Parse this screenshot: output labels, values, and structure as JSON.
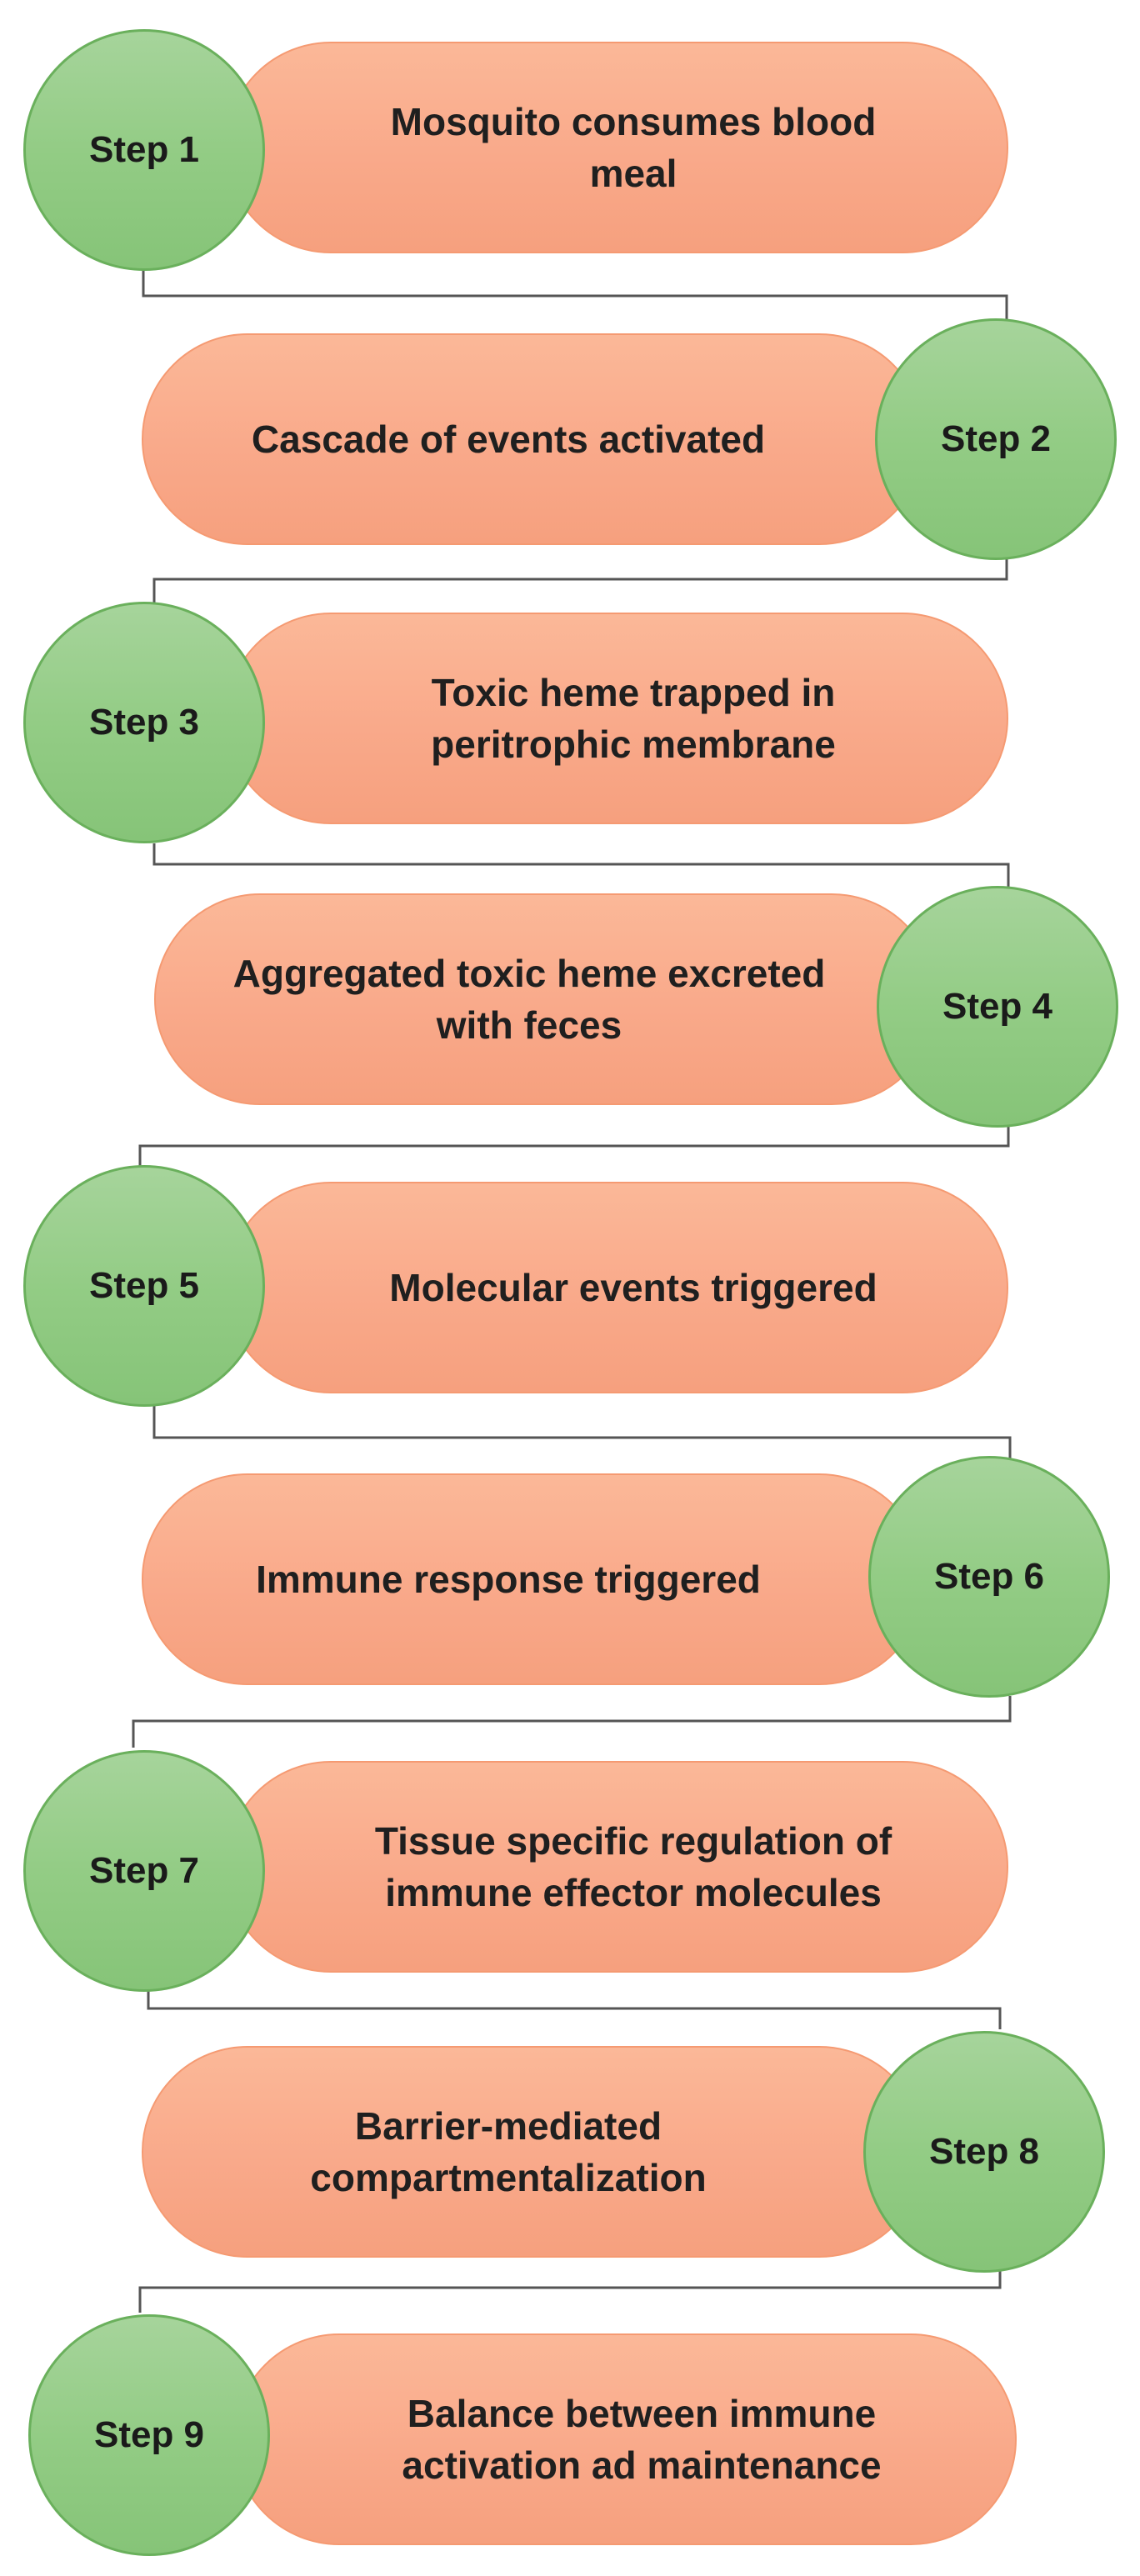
{
  "steps": [
    {
      "label": "Step 1",
      "text": "Mosquito consumes blood\nmeal"
    },
    {
      "label": "Step 2",
      "text": "Cascade of events activated"
    },
    {
      "label": "Step 3",
      "text": "Toxic heme trapped in\nperitrophic membrane"
    },
    {
      "label": "Step 4",
      "text": "Aggregated toxic heme excreted\nwith feces"
    },
    {
      "label": "Step 5",
      "text": "Molecular events triggered"
    },
    {
      "label": "Step 6",
      "text": "Immune response triggered"
    },
    {
      "label": "Step 7",
      "text": "Tissue specific regulation of\nimmune effector molecules"
    },
    {
      "label": "Step 8",
      "text": "Barrier-mediated\ncompartmentalization"
    },
    {
      "label": "Step 9",
      "text": "Balance between immune\nactivation ad maintenance"
    }
  ]
}
